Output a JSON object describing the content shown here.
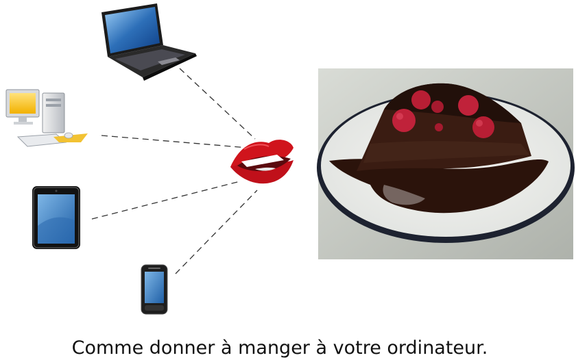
{
  "caption": "Comme donner à manger à votre ordinateur.",
  "nodes": [
    {
      "id": "laptop",
      "icon": "laptop-icon"
    },
    {
      "id": "desktop",
      "icon": "desktop-computer-icon"
    },
    {
      "id": "tablet",
      "icon": "tablet-icon"
    },
    {
      "id": "smartphone",
      "icon": "smartphone-icon"
    },
    {
      "id": "mouth",
      "icon": "lips-mouth-icon"
    },
    {
      "id": "cake",
      "icon": "chocolate-cake-photo"
    }
  ],
  "edges": [
    {
      "from": "laptop",
      "to": "mouth"
    },
    {
      "from": "desktop",
      "to": "mouth"
    },
    {
      "from": "tablet",
      "to": "mouth"
    },
    {
      "from": "smartphone",
      "to": "mouth"
    }
  ],
  "colors": {
    "lips": "#d0141c",
    "screen": "#2d6fb8",
    "chocolate": "#3a1c12",
    "raspberry": "#c0223a"
  }
}
